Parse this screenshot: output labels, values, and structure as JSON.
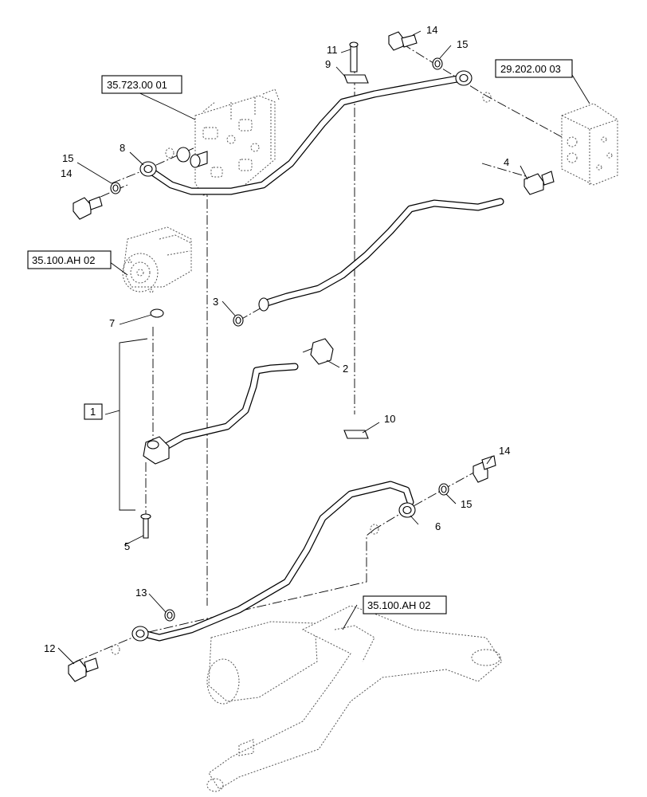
{
  "callouts": {
    "c1": "1",
    "c2": "2",
    "c3": "3",
    "c4": "4",
    "c5": "5",
    "c6": "6",
    "c7": "7",
    "c8": "8",
    "c9": "9",
    "c10": "10",
    "c11": "11",
    "c12": "12",
    "c13": "13",
    "c14a": "14",
    "c14b": "14",
    "c14c": "14",
    "c15a": "15",
    "c15b": "15",
    "c15c": "15"
  },
  "references": {
    "control_valve": "35.723.00 01",
    "pump": "35.100.AH 02",
    "valve_block": "29.202.00 03",
    "lift_assembly": "35.100.AH 02"
  }
}
